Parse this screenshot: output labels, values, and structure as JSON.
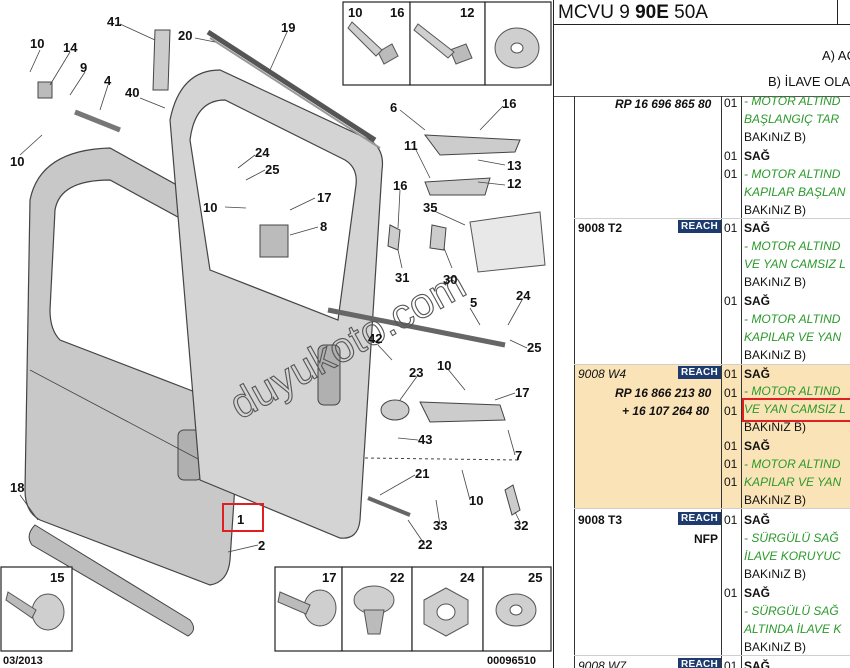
{
  "diagram": {
    "callouts": [
      {
        "id": "41",
        "label": "41"
      },
      {
        "id": "20",
        "label": "20"
      },
      {
        "id": "19",
        "label": "19"
      },
      {
        "id": "10a",
        "label": "10"
      },
      {
        "id": "14",
        "label": "14"
      },
      {
        "id": "9",
        "label": "9"
      },
      {
        "id": "4",
        "label": "4"
      },
      {
        "id": "40",
        "label": "40"
      },
      {
        "id": "10b",
        "label": "10"
      },
      {
        "id": "6",
        "label": "6"
      },
      {
        "id": "16a",
        "label": "16"
      },
      {
        "id": "11",
        "label": "11"
      },
      {
        "id": "13",
        "label": "13"
      },
      {
        "id": "12",
        "label": "12"
      },
      {
        "id": "24a",
        "label": "24"
      },
      {
        "id": "25a",
        "label": "25"
      },
      {
        "id": "17a",
        "label": "17"
      },
      {
        "id": "10c",
        "label": "10"
      },
      {
        "id": "8",
        "label": "8"
      },
      {
        "id": "16b",
        "label": "16"
      },
      {
        "id": "35",
        "label": "35"
      },
      {
        "id": "31",
        "label": "31"
      },
      {
        "id": "30",
        "label": "30"
      },
      {
        "id": "24b",
        "label": "24"
      },
      {
        "id": "5",
        "label": "5"
      },
      {
        "id": "25b",
        "label": "25"
      },
      {
        "id": "42",
        "label": "42"
      },
      {
        "id": "23",
        "label": "23"
      },
      {
        "id": "10d",
        "label": "10"
      },
      {
        "id": "17b",
        "label": "17"
      },
      {
        "id": "43",
        "label": "43"
      },
      {
        "id": "7",
        "label": "7"
      },
      {
        "id": "21",
        "label": "21"
      },
      {
        "id": "10e",
        "label": "10"
      },
      {
        "id": "18",
        "label": "18"
      },
      {
        "id": "1",
        "label": "1"
      },
      {
        "id": "2",
        "label": "2"
      },
      {
        "id": "33",
        "label": "33"
      },
      {
        "id": "32",
        "label": "32"
      },
      {
        "id": "22",
        "label": "22"
      }
    ],
    "insets_top": [
      "10",
      "16",
      "12"
    ],
    "insets_bottom": [
      "15",
      "17",
      "22",
      "24",
      "25"
    ],
    "watermark": "duyukoto.com",
    "date": "03/2013",
    "ref_number": "00096510"
  },
  "panel": {
    "title_prefix": "MCVU 9 ",
    "title_bold": "90E",
    "title_suffix": " 50A",
    "option_a": "A) AC",
    "option_b": "B) İLAVE OLA",
    "rows": {
      "r0_part": "RP 16 696 865 80",
      "r0_qty": "01",
      "r0_text1": "- MOTOR ALTIND",
      "r0_text2": "BAŞLANGIÇ TAR",
      "r0_text3": "BAKıNıZ B)",
      "r1_qty": "01",
      "r1_side": "SAĞ",
      "r1b_qty": "01",
      "r1_text1": "- MOTOR ALTIND",
      "r1_text2": "KAPILAR BAŞLAN",
      "r1_text3": "BAKıNıZ B)",
      "r2_code": "9008 T2",
      "r2_badge": "REACH",
      "r2_qty": "01",
      "r2_side": "SAĞ",
      "r2_text1": "- MOTOR ALTIND",
      "r2_text2": "VE YAN CAMSIZ L",
      "r2_text3": "BAKıNıZ B)",
      "r3_qty": "01",
      "r3_side": "SAĞ",
      "r3_text1": "- MOTOR ALTIND",
      "r3_text2": "KAPILAR VE YAN",
      "r3_text3": "BAKıNıZ B)",
      "r4_code": "9008 W4",
      "r4_badge": "REACH",
      "r4_qty": "01",
      "r4_side": "SAĞ",
      "r4_part1": "RP 16 866 213 80",
      "r4_part2": "+ 16 107 264 80",
      "r4_qty2": "01",
      "r4_qty3": "01",
      "r4_text1": "- MOTOR ALTIND",
      "r4_text2": "VE YAN CAMSIZ L",
      "r4_text3": "BAKıNıZ B)",
      "r5_qty": "01",
      "r5_side": "SAĞ",
      "r5_qty2": "01",
      "r5_qty3": "01",
      "r5_text1": "- MOTOR ALTIND",
      "r5_text2": "KAPILAR VE YAN",
      "r5_text3": "BAKıNıZ B)",
      "r6_code": "9008 T3",
      "r6_badge": "REACH",
      "r6_nfp": "NFP",
      "r6_qty": "01",
      "r6_side": "SAĞ",
      "r6_text1": "- SÜRGÜLÜ SAĞ",
      "r6_text2": "İLAVE KORUYUC",
      "r6_text3": "BAKıNıZ B)",
      "r7_qty": "01",
      "r7_side": "SAĞ",
      "r7_text1": "- SÜRGÜLÜ SAĞ",
      "r7_text2": "ALTINDA İLAVE K",
      "r7_text3": "BAKıNıZ B)",
      "r8_code": "9008 W7",
      "r8_badge": "REACH",
      "r8_qty": "01",
      "r8_side": "SAĞ"
    }
  },
  "colors": {
    "highlight_row": "#fbe3b8",
    "green_text": "#2a9a2a",
    "reach_badge": "#1d3b6f",
    "selection_red": "#e02020"
  }
}
